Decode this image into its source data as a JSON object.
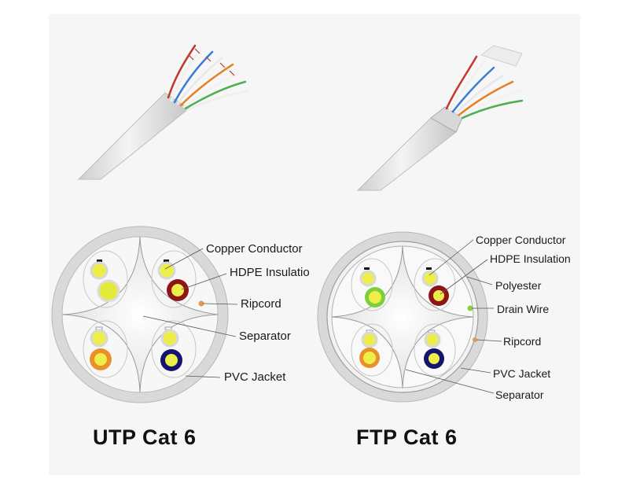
{
  "utp": {
    "title": "UTP Cat 6",
    "labels": {
      "copper_conductor": "Copper Conductor",
      "hdpe_insulation": "HDPE Insulatio",
      "ripcord": "Ripcord",
      "separator": "Separator",
      "pvc_jacket": "PVC Jacket"
    }
  },
  "ftp": {
    "title": "FTP Cat 6",
    "labels": {
      "copper_conductor": "Copper Conductor",
      "hdpe_insulation": "HDPE Insulation",
      "polyester": "Polyester",
      "drain_wire": "Drain Wire",
      "ripcord": "Ripcord",
      "pvc_jacket": "PVC Jacket",
      "separator": "Separator"
    }
  },
  "colors": {
    "jacket": "#d9d9d9",
    "conductor_yellow": "#eeee4a",
    "pair_red": "#8e1515",
    "pair_green": "#7fcf3c",
    "pair_orange": "#e8902a",
    "pair_blue": "#141470",
    "ripcord": "#e39a4a",
    "drain_wire": "#8ccf3a"
  }
}
